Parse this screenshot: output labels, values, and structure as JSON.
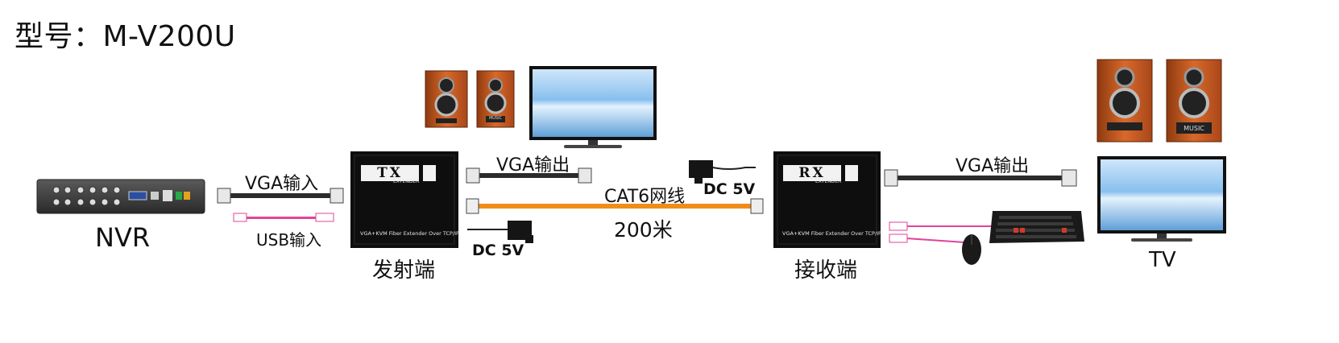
{
  "title": "型号：M-V200U",
  "labels": {
    "nvr": "NVR",
    "vga_in": "VGA输入",
    "usb_in": "USB输入",
    "tx_caption": "发射端",
    "rx_caption": "接收端",
    "vga_out_tx": "VGA输出",
    "vga_out_rx": "VGA输出",
    "cat6": "CAT6网线",
    "distance": "200米",
    "dc_tx": "DC 5V",
    "dc_rx": "DC 5V",
    "tv": "TV"
  },
  "devices": {
    "tx_logo": "TX",
    "rx_logo": "RX",
    "logo_sub": "EXTENDER",
    "box_text": "VGA+KVM Fiber Extender Over TCP/IP",
    "speaker_badge": "MUSIC"
  },
  "colors": {
    "cat6_cable": "#f08c1a",
    "usb_cable": "#e0449a",
    "device_body": "#0e0e0e",
    "speaker_wood": "#c9581e"
  }
}
